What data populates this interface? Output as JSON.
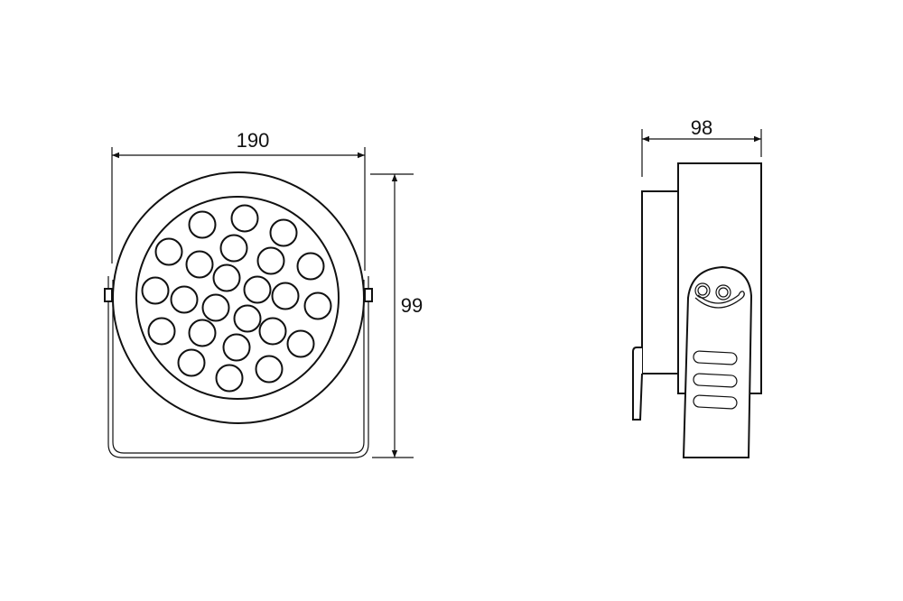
{
  "drawing": {
    "front_view": {
      "width_dimension": "190",
      "height_dimension": "99",
      "led_count": 24
    },
    "side_view": {
      "depth_dimension": "98"
    },
    "colors": {
      "line": "#111111",
      "background": "#ffffff"
    }
  }
}
